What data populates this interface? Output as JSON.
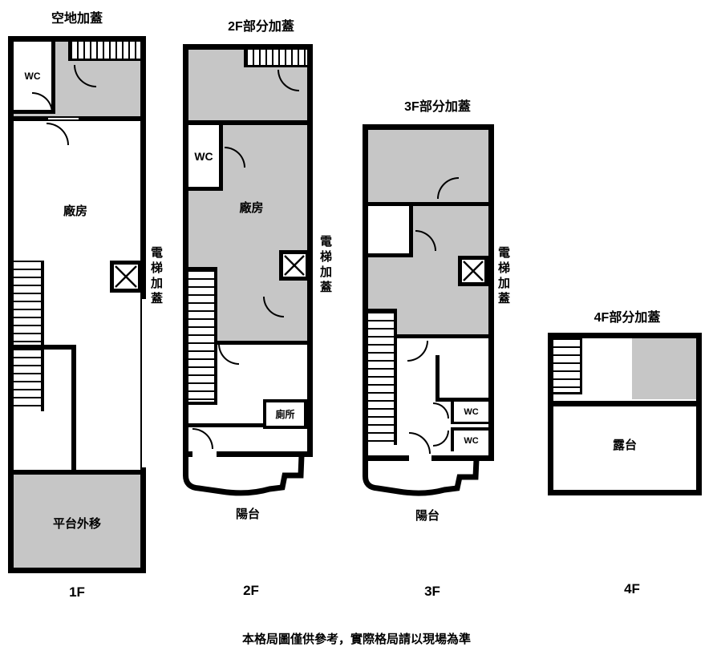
{
  "colors": {
    "wall": "#000000",
    "covered_area": "#c6c6c6",
    "background": "#ffffff"
  },
  "footer": {
    "text": "本格局圖僅供參考，實際格局請以現場為準"
  },
  "floors": {
    "f1": {
      "title": "空地加蓋",
      "floor_label": "1F",
      "side_label": "電梯加蓋",
      "rooms": {
        "wc": "WC",
        "factory": "廠房",
        "platform": "平台外移"
      }
    },
    "f2": {
      "title": "2F部分加蓋",
      "floor_label": "2F",
      "side_label": "電梯加蓋",
      "rooms": {
        "wc": "WC",
        "factory": "廠房",
        "toilet": "廁所",
        "balcony": "陽台"
      }
    },
    "f3": {
      "title": "3F部分加蓋",
      "floor_label": "3F",
      "side_label": "電梯加蓋",
      "rooms": {
        "wc_upper": "WC",
        "wc_lower": "WC",
        "balcony": "陽台"
      }
    },
    "f4": {
      "title": "4F部分加蓋",
      "floor_label": "4F",
      "rooms": {
        "terrace": "露台"
      }
    }
  }
}
